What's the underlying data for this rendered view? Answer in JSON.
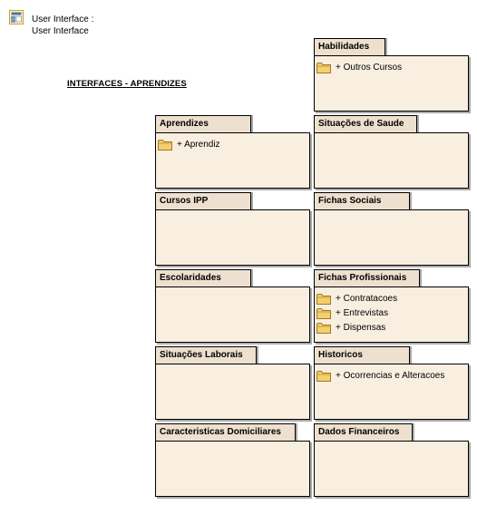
{
  "header": {
    "icon": "ui-model-icon",
    "line1": "User Interface :",
    "line2": "User Interface"
  },
  "diagram_title": "INTERFACES - APRENDIZES",
  "colors": {
    "tab_fill": "#ede0cf",
    "body_fill": "#f8efe1",
    "shadow": "#a9a9a9",
    "folder_fill": "#f3cf72"
  },
  "packages": {
    "habilidades": {
      "name": "Habilidades",
      "items": [
        "+ Outros Cursos"
      ]
    },
    "aprendizes": {
      "name": "Aprendizes",
      "items": [
        "+ Aprendiz"
      ]
    },
    "situacoes_saude": {
      "name": "Situações de Saude",
      "items": []
    },
    "cursos_ipp": {
      "name": "Cursos IPP",
      "items": []
    },
    "fichas_sociais": {
      "name": "Fichas Sociais",
      "items": []
    },
    "escolaridades": {
      "name": "Escolaridades",
      "items": []
    },
    "fichas_profissionais": {
      "name": "Fichas Profissionais",
      "items": [
        "+ Contratacoes",
        "+ Entrevistas",
        "+ Dispensas"
      ]
    },
    "situacoes_laborais": {
      "name": "Situações Laborais",
      "items": []
    },
    "historicos": {
      "name": "Historicos",
      "items": [
        "+ Ocorrencias e Alteracoes"
      ]
    },
    "caracteristicas_domiciliares": {
      "name": "Caracteristicas Domiciliares",
      "items": []
    },
    "dados_financeiros": {
      "name": "Dados Financeiros",
      "items": []
    }
  }
}
